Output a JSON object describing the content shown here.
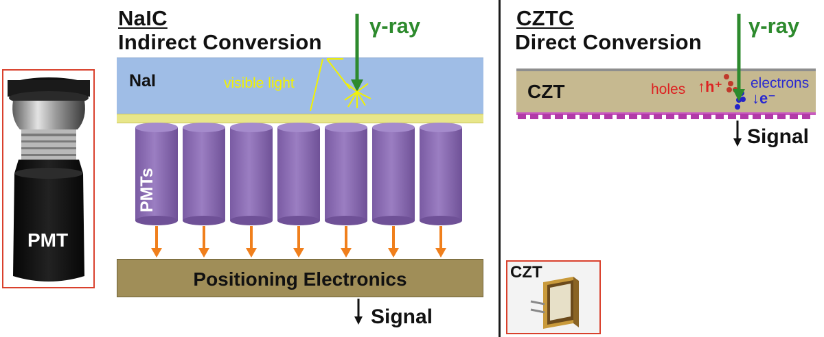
{
  "left_panel": {
    "title": "NaIC",
    "subtitle": "Indirect Conversion",
    "gamma_label": "γ-ray",
    "crystal_label": "NaI",
    "light_label": "visible light",
    "pmts_label": "PMTs",
    "electronics_label": "Positioning Electronics",
    "signal_label": "Signal",
    "photo_label": "PMT"
  },
  "right_panel": {
    "title": "CZTC",
    "subtitle": "Direct Conversion",
    "gamma_label": "γ-ray",
    "crystal_label": "CZT",
    "holes_label": "holes",
    "holes_symbol": "↑h⁺",
    "electrons_label": "electrons",
    "electrons_symbol": "↓e⁻",
    "signal_label": "Signal",
    "photo_label": "CZT"
  },
  "colors": {
    "gamma_arrow": "#2d8a2d",
    "nai_crystal": "#9fbde6",
    "pmt_cylinder": "#8c6bb0",
    "electronics": "#a08e58",
    "czt_crystal": "#c6b990",
    "pixel_pads": "#b23aa8",
    "light_arrows": "#f2f200",
    "signal_arrows": "#f07f1c",
    "photo_frame": "#d9402c"
  }
}
